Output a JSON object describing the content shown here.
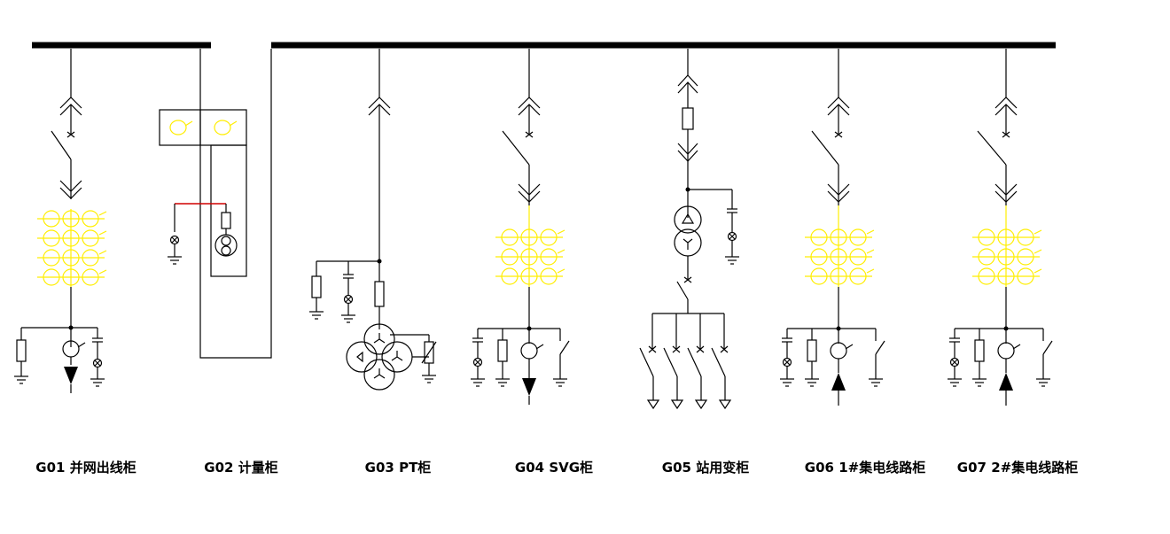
{
  "colors": {
    "line": "#000000",
    "bus": "#000000",
    "current_transformer": "#ffee00",
    "metering_wire": "#d00000",
    "background": "#ffffff"
  },
  "cabinets": [
    {
      "id": "G01",
      "label": "G01 并网出线柜"
    },
    {
      "id": "G02",
      "label": "G02 计量柜"
    },
    {
      "id": "G03",
      "label": "G03 PT柜"
    },
    {
      "id": "G04",
      "label": "G04 SVG柜"
    },
    {
      "id": "G05",
      "label": "G05 站用变柜"
    },
    {
      "id": "G06",
      "label": "G06 1#集电线路柜"
    },
    {
      "id": "G07",
      "label": "G07 2#集电线路柜"
    }
  ],
  "icons": [
    "busbar",
    "withdrawable-contact-icon",
    "disconnect-switch-icon",
    "current-transformer-icon",
    "surge-arrester-icon",
    "earthing-switch-icon",
    "live-indicator-icon",
    "fuse-icon",
    "voltage-transformer-icon",
    "station-transformer-icon",
    "meter-icon"
  ]
}
